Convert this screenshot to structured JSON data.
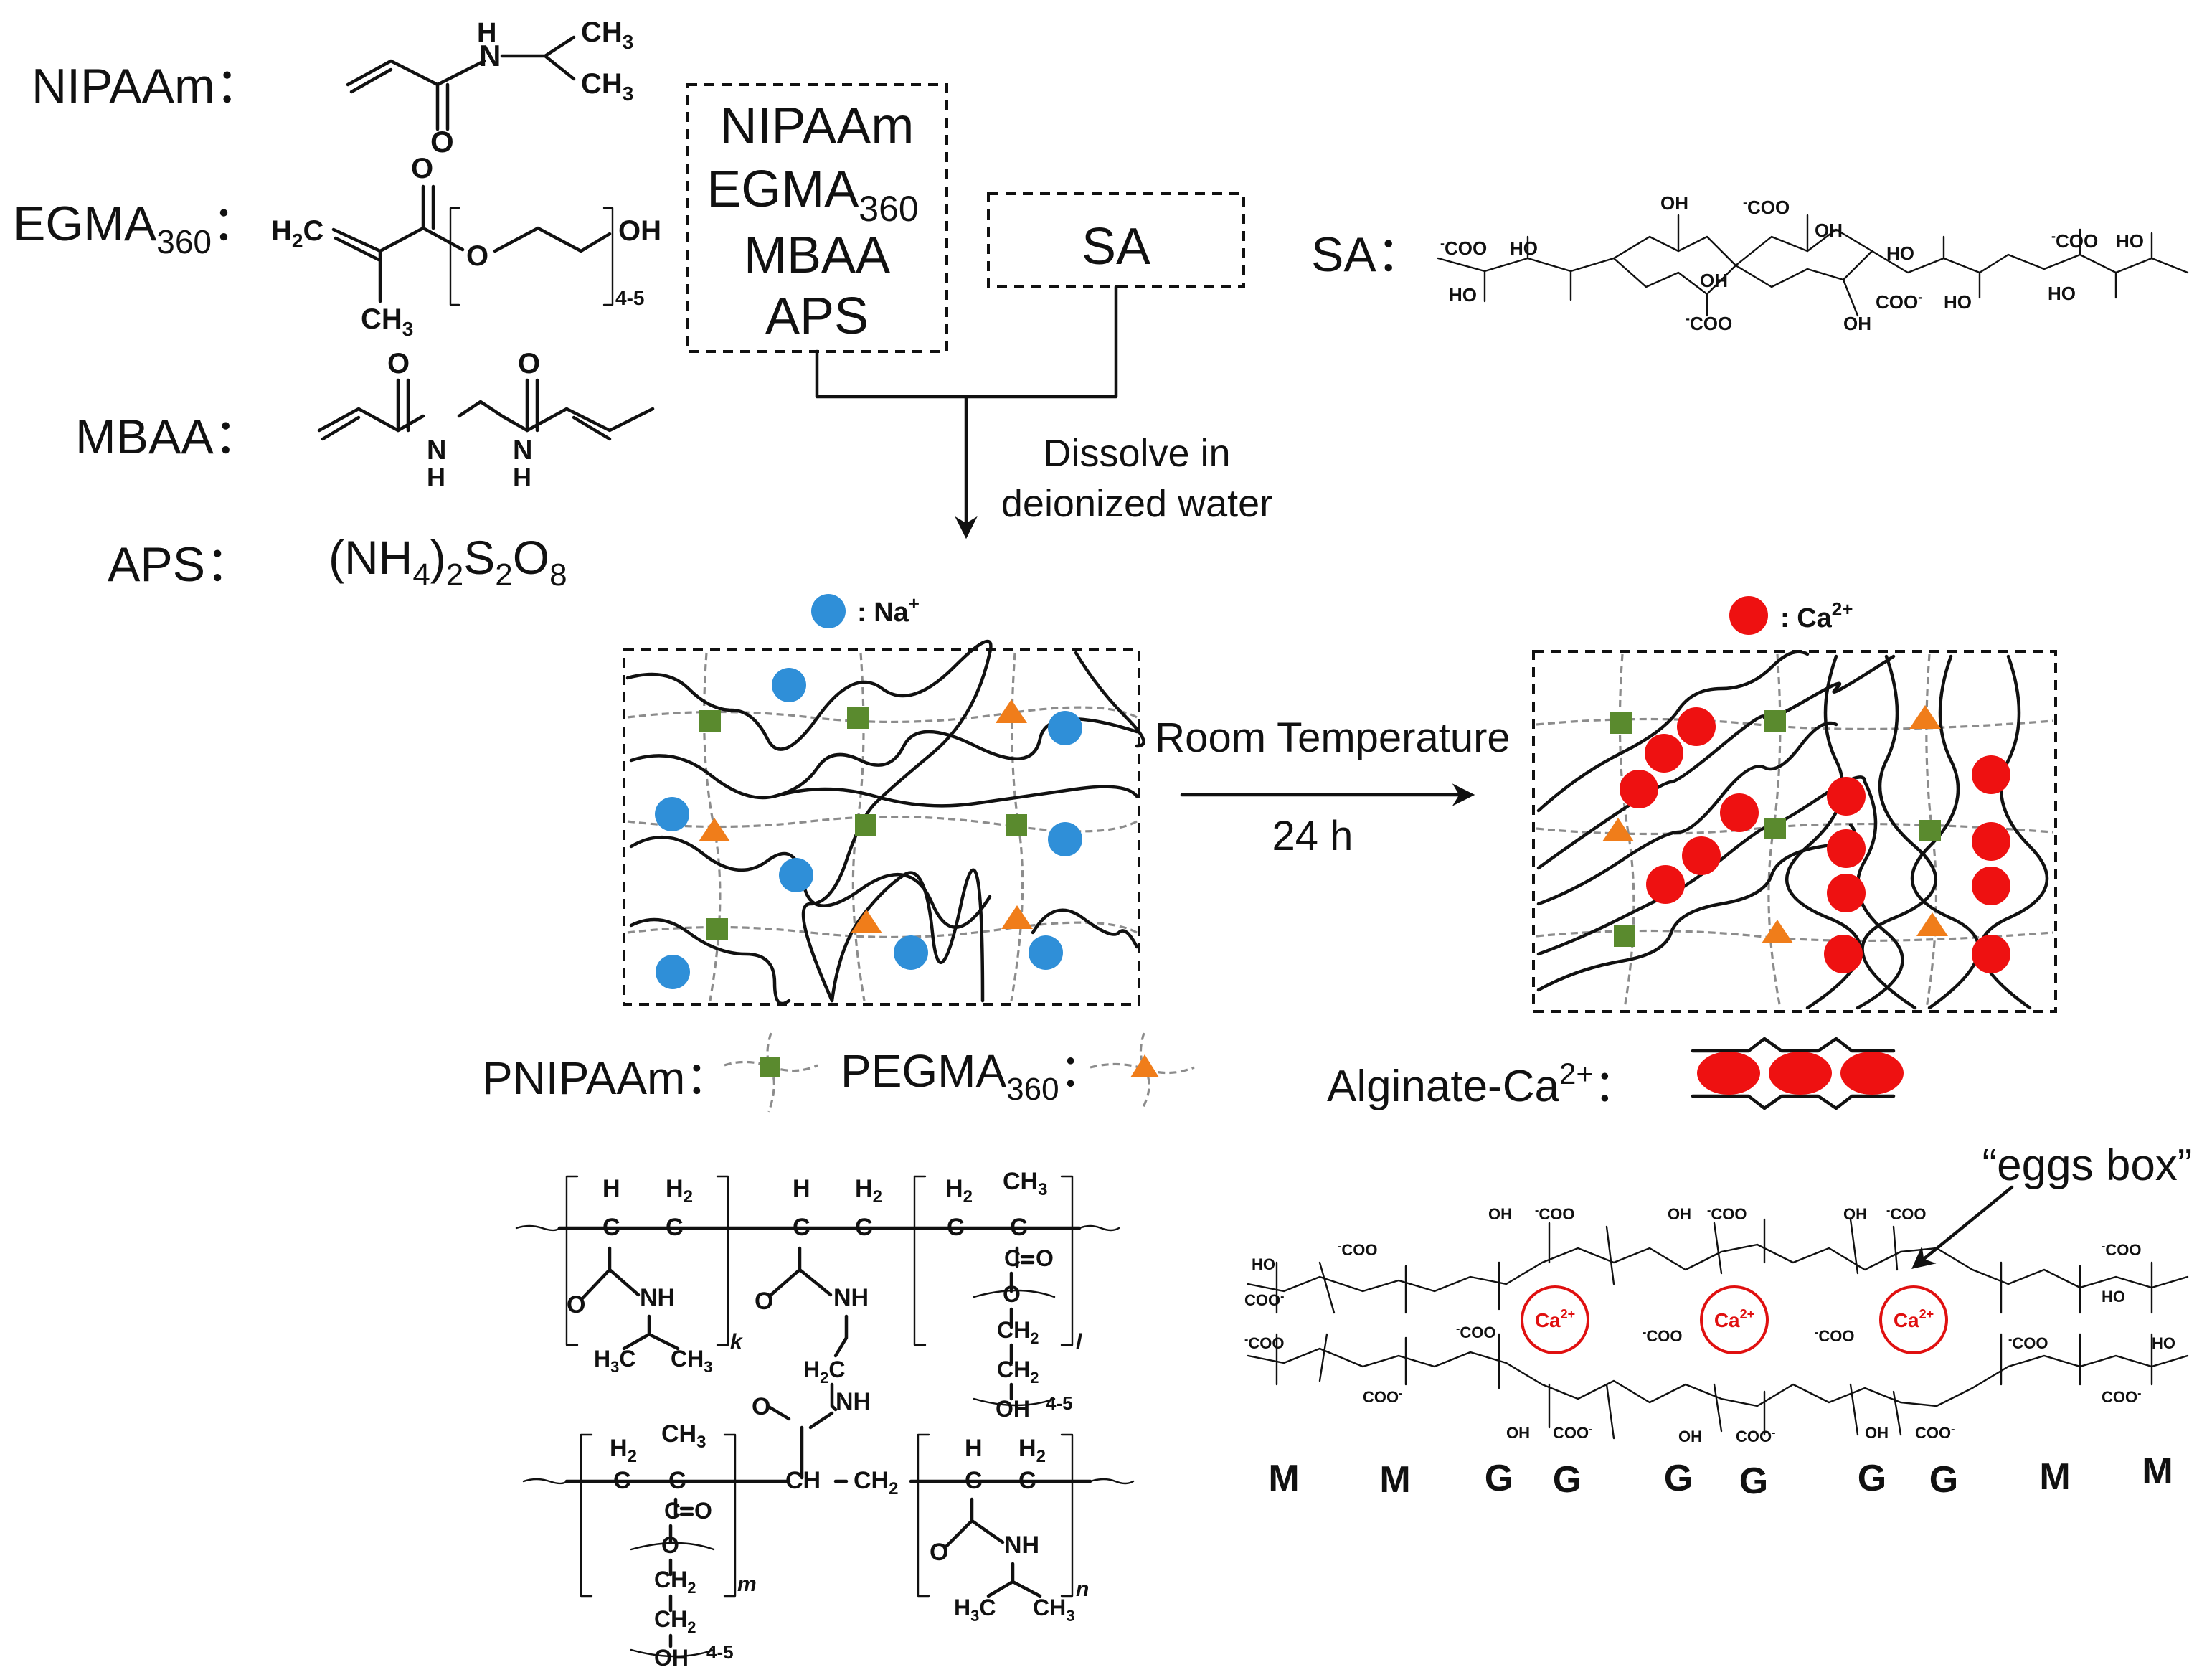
{
  "reagents": {
    "nipaam": "NIPAAm：",
    "egma": "EGMA",
    "egma_sub": "360",
    "egma_colon": "：",
    "mbaa": "MBAA：",
    "aps": "APS：",
    "aps_formula": [
      "(NH",
      "4",
      ")",
      "2",
      "S",
      "2",
      "O",
      "8"
    ]
  },
  "mix_box": {
    "line1": "NIPAAm",
    "line2": "EGMA",
    "line2_sub": "360",
    "line3": "MBAA",
    "line4": "APS"
  },
  "sa_box": "SA",
  "sa_label": "SA：",
  "dissolve": {
    "line1": "Dissolve in",
    "line2": "deionized water"
  },
  "legend": {
    "na": ": Na",
    "na_sup": "+",
    "ca": ": Ca",
    "ca_sup": "2+"
  },
  "reaction": {
    "line1": "Room Temperature",
    "line2": "24 h"
  },
  "bottom_labels": {
    "pnipaam": "PNIPAAm：",
    "pegma": "PEGMA",
    "pegma_sub": "360",
    "pegma_colon": "：",
    "alginate": "Alginate-Ca",
    "alginate_sup": "2+",
    "alginate_colon": "："
  },
  "eggs_box": "“eggs box”",
  "ca_ion": "Ca",
  "ca_ion_sup": "2+",
  "sequence": [
    "M",
    "M",
    "G",
    "G",
    "G",
    "G",
    "G",
    "G",
    "M",
    "M"
  ],
  "chem_text": {
    "ch3": "CH",
    "three": "3",
    "h": "H",
    "n": "N",
    "o": "O",
    "oh": "OH",
    "h2c": "H",
    "c": "C",
    "four_five": "4-5",
    "nh": "NH",
    "h3c": "H",
    "ch2": "CH",
    "two": "2",
    "k": "k",
    "l": "l",
    "m": "m",
    "n_idx": "n",
    "ch": "CH",
    "coo": "COO",
    "minus": "-",
    "ho": "HO"
  },
  "colors": {
    "na": "#2f8fd8",
    "ca": "#ee1111",
    "pnipaam": "#5a8a2e",
    "pegma": "#f07d1a",
    "grey_chain": "#8c8c8c"
  }
}
